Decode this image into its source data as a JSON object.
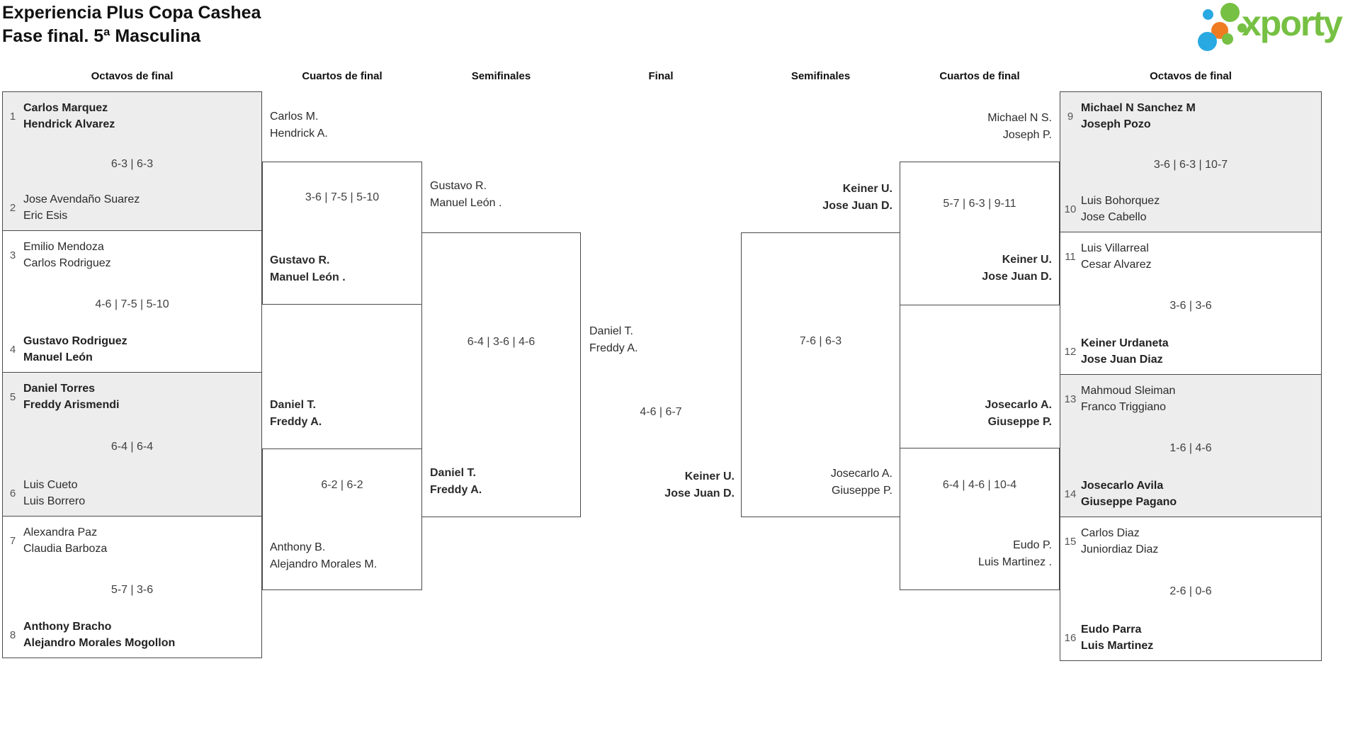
{
  "header": {
    "title_line1": "Experiencia Plus Copa Cashea",
    "title_line2": "Fase final. 5ª Masculina",
    "logo_text": "xporty"
  },
  "round_headers": {
    "octavos_left": "Octavos de final",
    "cuartos_left": "Cuartos de final",
    "semis_left": "Semifinales",
    "final": "Final",
    "semis_right": "Semifinales",
    "cuartos_right": "Cuartos de final",
    "octavos_right": "Octavos de final"
  },
  "colors": {
    "logo_green": "#76c043",
    "logo_blue": "#29a9e1",
    "logo_orange": "#f07c22",
    "box_gray": "#ededed",
    "line": "#4a4a4a"
  },
  "octavos_left": [
    {
      "seed1": "1",
      "t1l1": "Carlos Marquez",
      "t1l2": "Hendrick Alvarez",
      "score": "6-3 | 6-3",
      "seed2": "2",
      "t2l1": "Jose Avendaño Suarez",
      "t2l2": "Eric Esis"
    },
    {
      "seed1": "3",
      "t1l1": "Emilio Mendoza",
      "t1l2": "Carlos Rodriguez",
      "score": "4-6 | 7-5 | 5-10",
      "seed2": "4",
      "t2l1": "Gustavo Rodriguez",
      "t2l2": "Manuel León"
    },
    {
      "seed1": "5",
      "t1l1": "Daniel Torres",
      "t1l2": "Freddy Arismendi",
      "score": "6-4 | 6-4",
      "seed2": "6",
      "t2l1": "Luis Cueto",
      "t2l2": "Luis Borrero"
    },
    {
      "seed1": "7",
      "t1l1": "Alexandra Paz",
      "t1l2": "Claudia Barboza",
      "score": "5-7 | 3-6",
      "seed2": "8",
      "t2l1": "Anthony Bracho",
      "t2l2": "Alejandro Morales Mogollon"
    }
  ],
  "octavos_right": [
    {
      "seed1": "9",
      "t1l1": "Michael N Sanchez M",
      "t1l2": "Joseph Pozo",
      "score": "3-6 | 6-3 | 10-7",
      "seed2": "10",
      "t2l1": "Luis Bohorquez",
      "t2l2": "Jose Cabello"
    },
    {
      "seed1": "11",
      "t1l1": "Luis Villarreal",
      "t1l2": "Cesar Alvarez",
      "score": "3-6 | 3-6",
      "seed2": "12",
      "t2l1": "Keiner Urdaneta",
      "t2l2": "Jose Juan Diaz"
    },
    {
      "seed1": "13",
      "t1l1": "Mahmoud Sleiman",
      "t1l2": "Franco Triggiano",
      "score": "1-6 | 4-6",
      "seed2": "14",
      "t2l1": "Josecarlo Avila",
      "t2l2": "Giuseppe Pagano"
    },
    {
      "seed1": "15",
      "t1l1": "Carlos Diaz",
      "t1l2": "Juniordiaz Diaz",
      "score": "2-6 | 0-6",
      "seed2": "16",
      "t2l1": "Eudo Parra",
      "t2l2": "Luis Martinez"
    }
  ],
  "cuartos_left": [
    {
      "t1l1": "Carlos M.",
      "t1l2": "Hendrick A.",
      "score": "3-6 | 7-5 | 5-10",
      "t2l1": "Gustavo R.",
      "t2l2": "Manuel León ."
    },
    {
      "t1l1": "Daniel T.",
      "t1l2": "Freddy A.",
      "score": "6-2 | 6-2",
      "t2l1": "Anthony B.",
      "t2l2": "Alejandro Morales M."
    }
  ],
  "semifinal_left": {
    "t1l1": "Gustavo R.",
    "t1l2": "Manuel León .",
    "score": "6-4 | 3-6 | 4-6",
    "t2l1": "Daniel T.",
    "t2l2": "Freddy A."
  },
  "final": {
    "t1l1": "Daniel T.",
    "t1l2": "Freddy A.",
    "score": "4-6 | 6-7",
    "t2l1": "Keiner U.",
    "t2l2": "Jose Juan D."
  },
  "semifinal_right": {
    "t1l1": "Keiner U.",
    "t1l2": "Jose Juan D.",
    "score": "7-6 | 6-3",
    "t2l1": "Josecarlo A.",
    "t2l2": "Giuseppe P."
  },
  "cuartos_right": [
    {
      "t1l1": "Michael N S.",
      "t1l2": "Joseph P.",
      "score": "5-7 | 6-3 | 9-11",
      "t2l1": "Keiner U.",
      "t2l2": "Jose Juan D."
    },
    {
      "t1l1": "Josecarlo A.",
      "t1l2": "Giuseppe P.",
      "score": "6-4 | 4-6 | 10-4",
      "t2l1": "Eudo P.",
      "t2l2": "Luis Martinez ."
    }
  ]
}
